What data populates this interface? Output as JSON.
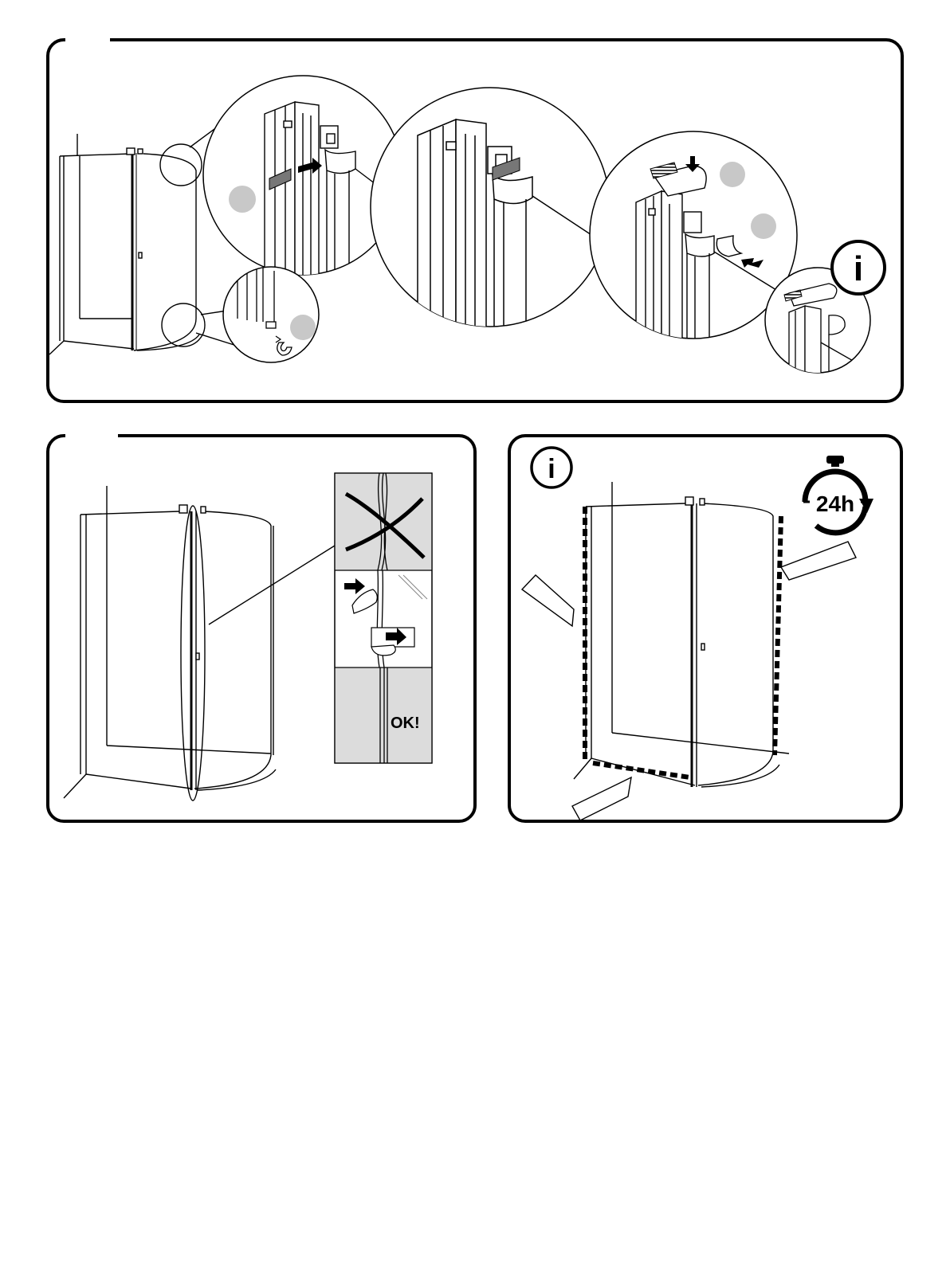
{
  "badges": {
    "ok_label": "OK!",
    "timer_label": "24h",
    "info_top": "i",
    "info_right": "i"
  },
  "colors": {
    "step_circle": "#c8c8c8",
    "detail_panel_bg": "#dcdcdc",
    "line": "#000000"
  },
  "icons": {
    "info": "info-icon",
    "timer": "stopwatch-24h-icon",
    "arrow": "arrow-icon",
    "cross": "cross-mark-icon"
  }
}
